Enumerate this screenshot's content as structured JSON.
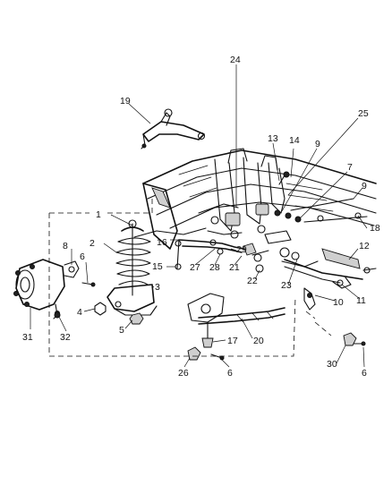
{
  "callouts": [
    {
      "id": "24",
      "text": "24"
    },
    {
      "id": "19",
      "text": "19"
    },
    {
      "id": "25",
      "text": "25"
    },
    {
      "id": "13",
      "text": "13"
    },
    {
      "id": "14",
      "text": "14"
    },
    {
      "id": "9a",
      "text": "9"
    },
    {
      "id": "7",
      "text": "7"
    },
    {
      "id": "9b",
      "text": "9"
    },
    {
      "id": "1",
      "text": "1"
    },
    {
      "id": "16",
      "text": "16"
    },
    {
      "id": "18",
      "text": "18"
    },
    {
      "id": "2",
      "text": "2"
    },
    {
      "id": "8",
      "text": "8"
    },
    {
      "id": "6a",
      "text": "6"
    },
    {
      "id": "29",
      "text": "29"
    },
    {
      "id": "12",
      "text": "12"
    },
    {
      "id": "15",
      "text": "15"
    },
    {
      "id": "27",
      "text": "27"
    },
    {
      "id": "28",
      "text": "28"
    },
    {
      "id": "21",
      "text": "21"
    },
    {
      "id": "3",
      "text": "3"
    },
    {
      "id": "22",
      "text": "22"
    },
    {
      "id": "23",
      "text": "23"
    },
    {
      "id": "11",
      "text": "11"
    },
    {
      "id": "4",
      "text": "4"
    },
    {
      "id": "10",
      "text": "10"
    },
    {
      "id": "5",
      "text": "5"
    },
    {
      "id": "31",
      "text": "31"
    },
    {
      "id": "32",
      "text": "32"
    },
    {
      "id": "17",
      "text": "17"
    },
    {
      "id": "20",
      "text": "20"
    },
    {
      "id": "26",
      "text": "26"
    },
    {
      "id": "6b",
      "text": "6"
    },
    {
      "id": "30",
      "text": "30"
    },
    {
      "id": "6c",
      "text": "6"
    }
  ]
}
